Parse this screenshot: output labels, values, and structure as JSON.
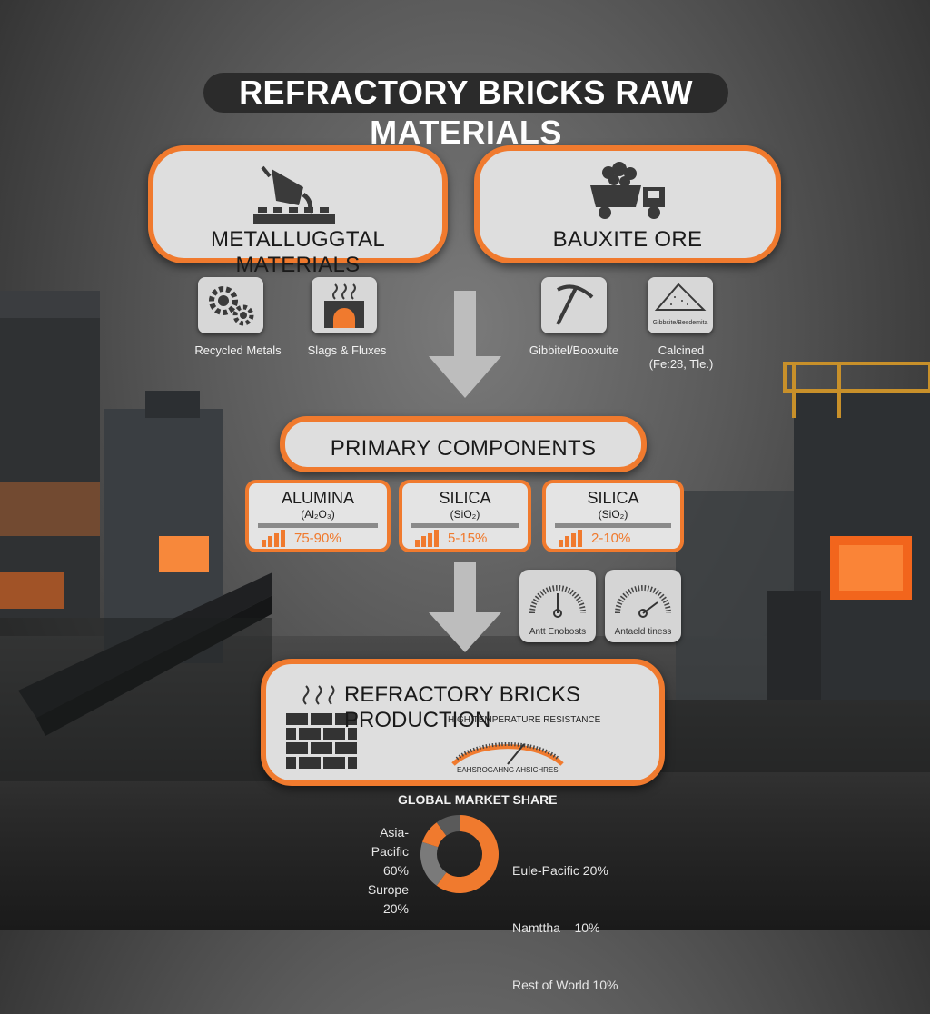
{
  "title": "REFRACTORY BRICKS RAW MATERIALS",
  "sources": {
    "left": {
      "label": "METALLUGGTAL MATERIALS",
      "icon": "ladle-pour-icon",
      "items": [
        {
          "label": "Recycled Metals",
          "icon": "gears-icon"
        },
        {
          "label": "Slags & Fluxes",
          "icon": "furnace-icon"
        }
      ]
    },
    "right": {
      "label": "BAUXITE ORE",
      "icon": "dump-truck-icon",
      "items": [
        {
          "label": "Gibbitel/Booxuite",
          "icon": "pickaxe-icon"
        },
        {
          "label": "Calcined\n(Fe:28, Tle.)",
          "icon": "powder-pile-icon",
          "tile_text": "Gibbsite/Besdemita"
        }
      ]
    }
  },
  "primary": {
    "label": "PRIMARY COMPONENTS",
    "components": [
      {
        "name": "ALUMINA",
        "formula": "(Al₂O₃)",
        "range": "75-90%"
      },
      {
        "name": "SILICA",
        "formula": "(SiO₂)",
        "range": "5-15%"
      },
      {
        "name": "SILICA",
        "formula": "(SiO₂)",
        "range": "2-10%"
      }
    ],
    "gauges": [
      {
        "label": "Antt Enobosts"
      },
      {
        "label": "Antaeld tiness"
      }
    ]
  },
  "production": {
    "label": "REFRACTORY BRICKS PRODUCTION",
    "subtitle": "HIGH TEMPERATURE RESISTANCE",
    "gauge_caption": "EAHSROGAHNG AHSICHRES",
    "icon": "brick-wall-icon"
  },
  "market": {
    "title": "GLOBAL MARKET SHARE",
    "left_lines": [
      "Asia-Pacific",
      "60%",
      "Surope 20%"
    ],
    "right_lines": [
      "Eule-Pacific 20%",
      "Namttha    10%",
      "Rest of World 10%"
    ],
    "slices": [
      {
        "value": 60,
        "color": "#f07a2e"
      },
      {
        "value": 20,
        "color": "#7a7a7a"
      },
      {
        "value": 10,
        "color": "#f07a2e"
      },
      {
        "value": 10,
        "color": "#5a5a5a"
      }
    ]
  },
  "colors": {
    "accent": "#f07a2e",
    "card": "#dedede",
    "title_bg": "#2b2b2b"
  }
}
